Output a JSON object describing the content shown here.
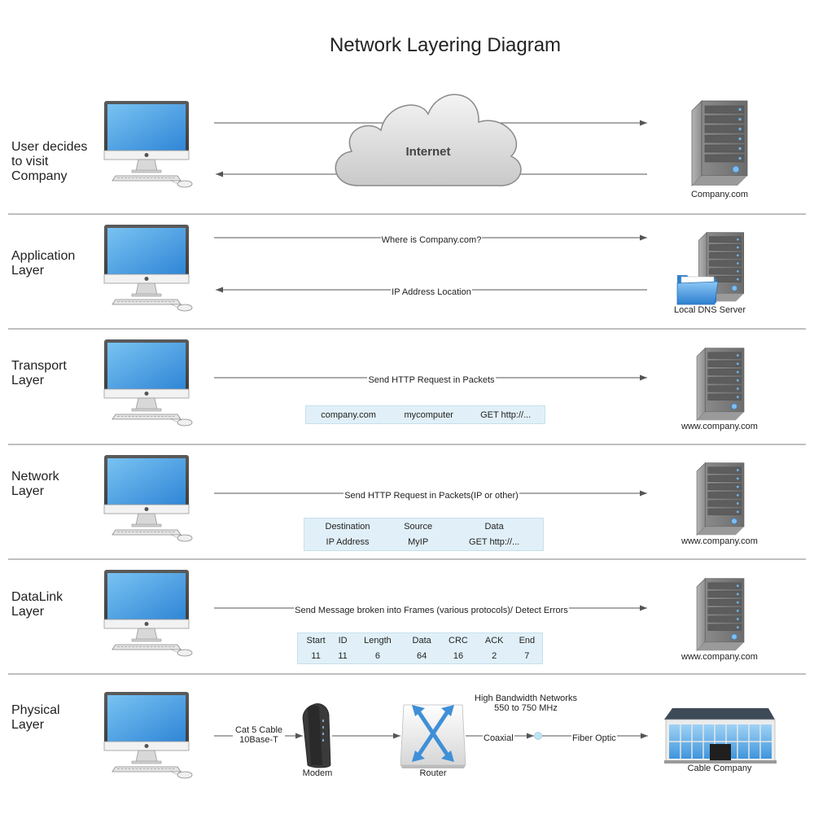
{
  "title": "Network Layering Diagram",
  "layers": [
    {
      "label": "User decides\nto visit\nCompany",
      "cloud_text": "Internet",
      "server_caption": "Company.com"
    },
    {
      "label": "Application\nLayer",
      "request": "Where is Company.com?",
      "response": "IP Address Location",
      "server_caption": "Local DNS Server"
    },
    {
      "label": "Transport\nLayer",
      "request": "Send HTTP Request in Packets",
      "packet": [
        "company.com",
        "mycomputer",
        "GET http://..."
      ],
      "server_caption": "www.company.com"
    },
    {
      "label": "Network\nLayer",
      "request": "Send HTTP Request in Packets(IP or other)",
      "packet_header": [
        "Destination",
        "Source",
        "Data"
      ],
      "packet_row": [
        "IP Address",
        "MyIP",
        "GET http://..."
      ],
      "server_caption": "www.company.com"
    },
    {
      "label": "DataLink\nLayer",
      "request": "Send Message broken into Frames (various protocols)/ Detect Errors",
      "frame_header": [
        "Start",
        "ID",
        "Length",
        "Data",
        "CRC",
        "ACK",
        "End"
      ],
      "frame_row": [
        "11",
        "11",
        "6",
        "64",
        "16",
        "2",
        "7"
      ],
      "server_caption": "www.company.com"
    },
    {
      "label": "Physical\nLayer",
      "cable_label": "Cat 5 Cable\n10Base-T",
      "modem_caption": "Modem",
      "router_caption": "Router",
      "networks_label": "High Bandwidth Networks\n550 to 750 MHz",
      "coaxial_label": "Coaxial",
      "fiber_label": "Fiber Optic",
      "company_caption": "Cable Company"
    }
  ],
  "colors": {
    "screen": "#4fa6e8",
    "accent": "#4a90d9",
    "packet_bg": "#e1f0f8",
    "line": "#555555",
    "separator": "#7f7f7f"
  },
  "icons": [
    "computer-icon",
    "cloud-icon",
    "server-icon",
    "folder-icon",
    "modem-icon",
    "router-icon",
    "building-icon"
  ]
}
